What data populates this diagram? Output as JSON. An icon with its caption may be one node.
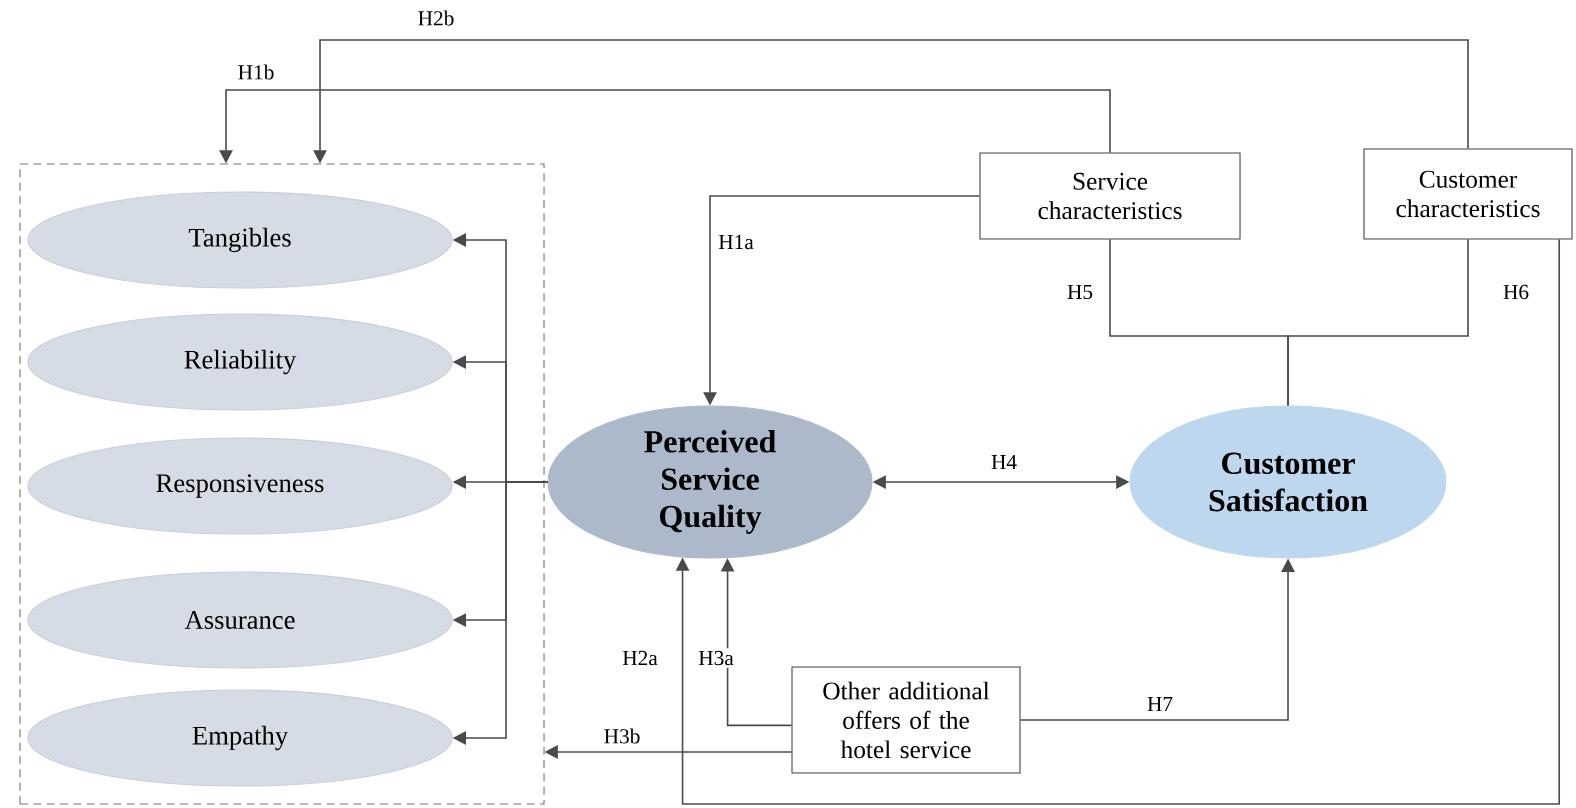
{
  "diagram": {
    "nodes": [
      {
        "text": [],
        "shape": "box"
      },
      {
        "text": [
          "Tangibles"
        ],
        "in": 0
      },
      {
        "text": [
          "Reliability"
        ],
        "in": 0
      },
      {
        "text": [
          "Responsiveness"
        ],
        "in": 0
      },
      {
        "text": [
          "Assurance"
        ],
        "in": 0
      },
      {
        "text": [
          "Empathy"
        ],
        "in": 0
      },
      {
        "text": [
          "Service characteristics"
        ]
      },
      {
        "text": [
          "Customer characteristics"
        ]
      },
      {
        "text": [
          "Perceived Service Quality"
        ]
      },
      {
        "text": [
          "Customer Satisfaction"
        ]
      },
      {
        "text": [
          "Other additional offers of the hotel service"
        ]
      }
    ],
    "edges": [
      {
        "from": 8,
        "to": 1,
        "arrow": "to"
      },
      {
        "from": 8,
        "to": 2,
        "arrow": "to"
      },
      {
        "from": 8,
        "to": 3,
        "arrow": "to"
      },
      {
        "from": 8,
        "to": 4,
        "arrow": "to"
      },
      {
        "from": 8,
        "to": 5,
        "arrow": "to"
      },
      {
        "from": 6,
        "to": 0,
        "arrow": "to",
        "label": "H1b"
      },
      {
        "from": 7,
        "to": 0,
        "arrow": "to",
        "label": "H2b"
      },
      {
        "from": 6,
        "to": 8,
        "arrow": "to",
        "label": "H1a"
      },
      {
        "from": 7,
        "to": 8,
        "arrow": "to",
        "label": "H2a"
      },
      {
        "from": 10,
        "to": 8,
        "arrow": "to",
        "label": "H3a"
      },
      {
        "from": 10,
        "to": 0,
        "arrow": "to",
        "label": "H3b"
      },
      {
        "from": 8,
        "to": 9,
        "arrow": "both",
        "label": "H4"
      },
      {
        "from": 6,
        "to": 9,
        "arrow": "none",
        "label": "H5"
      },
      {
        "from": 7,
        "to": 9,
        "arrow": "none",
        "label": "H6"
      },
      {
        "from": 10,
        "to": 9,
        "arrow": "to",
        "label": "H7"
      }
    ]
  }
}
